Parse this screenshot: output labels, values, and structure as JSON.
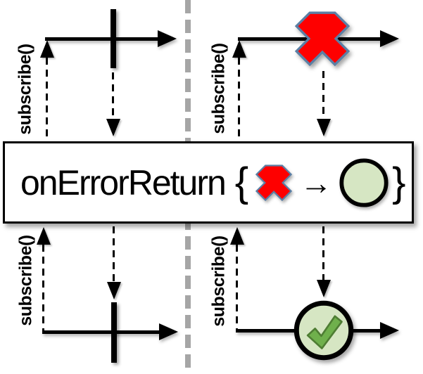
{
  "operator_box": {
    "label": "onErrorReturn",
    "open_brace": "{",
    "mapping_arrow": "→",
    "close_brace": "}"
  },
  "quadrants": {
    "top_left": {
      "subscribe_label": "subscribe()"
    },
    "top_right": {
      "subscribe_label": "subscribe()"
    },
    "bottom_left": {
      "subscribe_label": "subscribe()"
    },
    "bottom_right": {
      "subscribe_label": "subscribe()"
    }
  },
  "icons": {
    "error_icon": "red-x-cross",
    "complete_icon": "black-vertical-bar",
    "result_marble_icon": "green-circle",
    "success_marble_icon": "green-circle-with-checkmark",
    "timeline_arrow_icon": "solid-right-arrow",
    "subscribe_arrow_icon": "dashed-up-arrow",
    "emit_arrow_icon": "dashed-down-arrow",
    "divider_icon": "gray-dashed-vertical-line"
  },
  "colors": {
    "line": "#000000",
    "error_red": "#fe0000",
    "error_stroke": "#5b7fa5",
    "marble_green": "#d6e6c3",
    "check_green": "#6fb04c",
    "check_dark": "#4e7d33",
    "divider": "#a6a6a6",
    "box_bg": "#ffffff"
  }
}
